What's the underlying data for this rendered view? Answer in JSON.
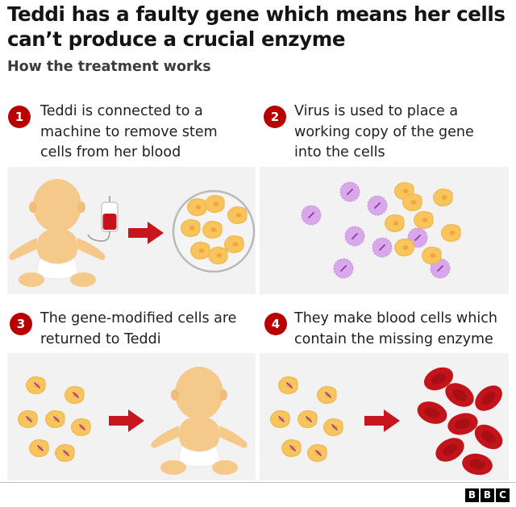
{
  "title": "Teddi has a faulty gene which means her cells can’t produce a crucial enzyme",
  "subtitle": "How the treatment works",
  "steps": [
    {
      "number": "1",
      "text": "Teddi is connected to a\nmachine to remove stem\ncells from her blood"
    },
    {
      "number": "2",
      "text": "Virus is used to place a\nworking copy of the gene\ninto the cells"
    },
    {
      "number": "3",
      "text": "The gene-modified cells are\nreturned to Teddi"
    },
    {
      "number": "4",
      "text": "They make blood cells which\ncontain the missing enzyme"
    }
  ],
  "logo": {
    "letters": [
      "B",
      "B",
      "C"
    ]
  },
  "colors": {
    "step_badge": "#b80000",
    "arrow": "#c8161d",
    "panel_bg": "#f2f2f2",
    "baby_skin": "#f5c98a",
    "cell": "#f7c45e",
    "virus": "#d9a8ea",
    "red_blood_cell": "#c4141b"
  }
}
